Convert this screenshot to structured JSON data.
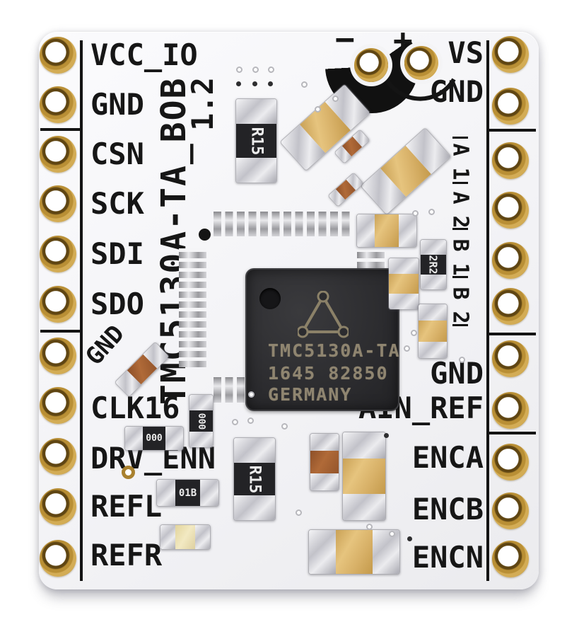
{
  "photo": {
    "subject": "TMC5130A stepper-driver breakout PCB, top view, white soldermask"
  },
  "silkscreen": {
    "board_name": "TMC5130A-TA_BOB",
    "board_version": "1.2",
    "left_labels": [
      "VCC_IO",
      "GND",
      "CSN",
      "SCK",
      "SDI",
      "SDO",
      "CLK16",
      "DRV_ENN",
      "REFL",
      "REFR"
    ],
    "left_gnd_diagonal": "GND",
    "vs_label": "VS",
    "gnd_top_label": "GND",
    "right_labels": [
      "GND",
      "AIN_REF",
      "ENCA",
      "ENCB",
      "ENCN"
    ],
    "motor_chars": [
      "A",
      "1",
      "A",
      "2",
      "B",
      "1",
      "B",
      "2"
    ],
    "polarity_minus": "−",
    "polarity_plus": "+"
  },
  "chip": {
    "logo": "trinamic-triangle-icon",
    "marking_line1": "TMC5130A-TA",
    "marking_line2": "1645 82850",
    "marking_line3": "GERMANY"
  },
  "components": {
    "sense_resistor_top": "R15",
    "sense_resistor_bottom": "R15",
    "zero_ohm_vertical": "000",
    "zero_ohm_horizontal": "000",
    "resistor_01b": "01B",
    "resistor_2r2": "2R2"
  },
  "colors": {
    "board": "#f3f3f6",
    "silkscreen": "#141414",
    "gold_plating": "#b98f35",
    "chip_body": "#2c2c2f",
    "capacitor_tan": "#d8b168",
    "resistor_brown": "#a05a2e",
    "pad_silver": "#c2c2c9"
  }
}
